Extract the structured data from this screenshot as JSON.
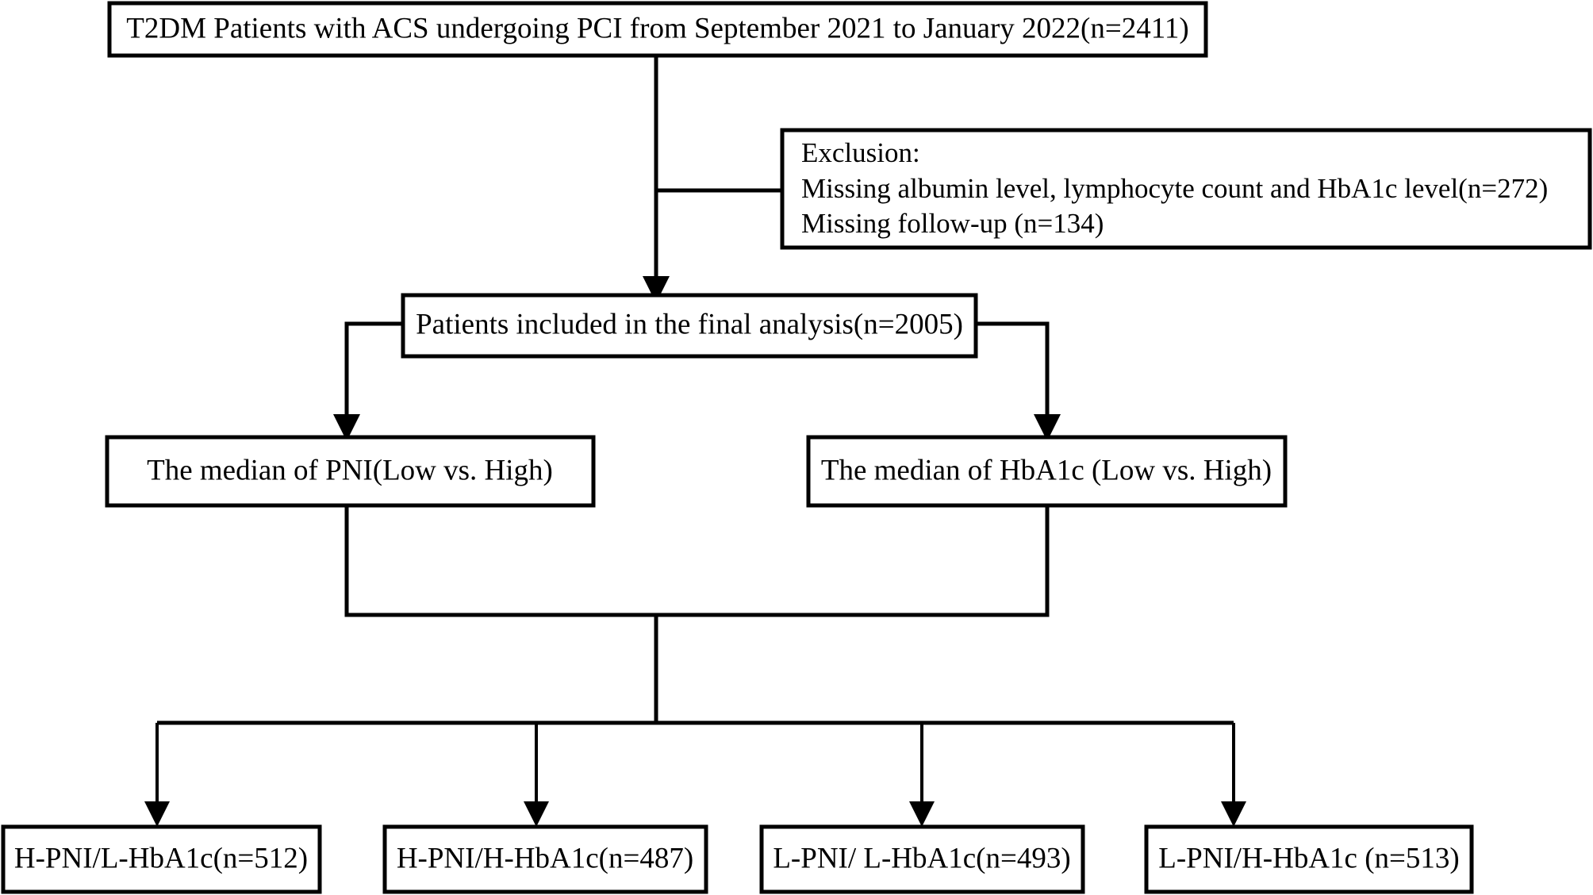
{
  "diagram": {
    "type": "flowchart",
    "title": "Patient enrollment and grouping flowchart",
    "background_color": "#ffffff",
    "line_color": "#000000",
    "text_color": "#000000"
  },
  "nodes": {
    "enrollment": {
      "label": "T2DM  Patients with ACS undergoing PCI from September 2021 to January 2022(n=2411)",
      "count": 2411
    },
    "exclusion": {
      "line1": "Exclusion:",
      "line2": "Missing albumin level, lymphocyte count and HbA1c level(n=272)",
      "line3": "Missing follow-up (n=134)",
      "count_missing_labs": 272,
      "count_missing_followup": 134
    },
    "included": {
      "label": "Patients included in the final analysis(n=2005)",
      "count": 2005
    },
    "split_pni": {
      "label": "The median of PNI(Low vs. High)"
    },
    "split_hba1c": {
      "label": "The median of HbA1c (Low vs. High)"
    },
    "groups": [
      {
        "label": "H-PNI/L-HbA1c(n=512)",
        "count": 512
      },
      {
        "label": "H-PNI/H-HbA1c(n=487)",
        "count": 487
      },
      {
        "label": "L-PNI/ L-HbA1c(n=493)",
        "count": 493
      },
      {
        "label": "L-PNI/H-HbA1c (n=513)",
        "count": 513
      }
    ]
  }
}
